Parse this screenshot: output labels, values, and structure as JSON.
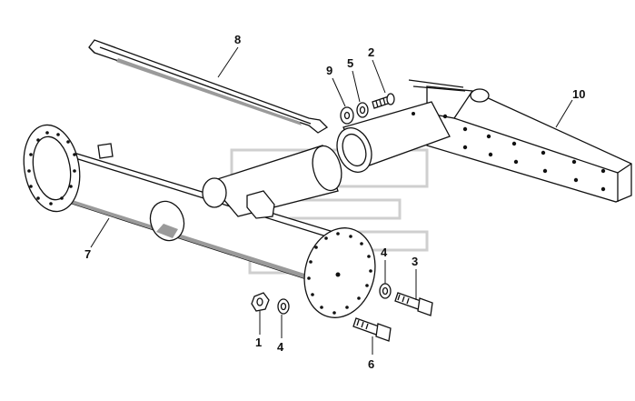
{
  "callouts": [
    {
      "id": "c8",
      "text": "8"
    },
    {
      "id": "c9",
      "text": "9"
    },
    {
      "id": "c5",
      "text": "5"
    },
    {
      "id": "c2",
      "text": "2"
    },
    {
      "id": "c10",
      "text": "10"
    },
    {
      "id": "c7",
      "text": "7"
    },
    {
      "id": "c4a",
      "text": "4"
    },
    {
      "id": "c3",
      "text": "3"
    },
    {
      "id": "c1",
      "text": "1"
    },
    {
      "id": "c4b",
      "text": "4"
    },
    {
      "id": "c6",
      "text": "6"
    }
  ],
  "colors": {
    "line": "#111111",
    "watermark": "#cfcfcf",
    "shade": "#9a9a9a"
  }
}
